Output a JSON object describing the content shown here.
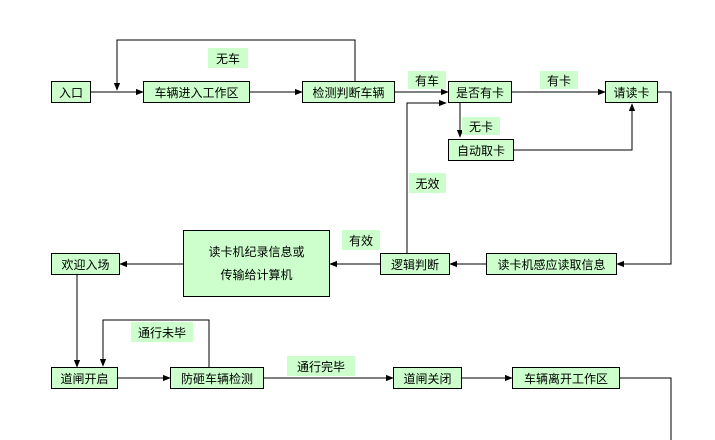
{
  "nodes": {
    "entrance": "入口",
    "enter_zone": "车辆进入工作区",
    "detect_vehicle": "检测判断车辆",
    "has_card": "是否有卡",
    "read_card": "请读卡",
    "auto_card": "自动取卡",
    "reader_sense": "读卡机感应读取信息",
    "logic_judge": "逻辑判断",
    "record_line1": "读卡机纪录信息或",
    "record_line2": "传输给计算机",
    "welcome": "欢迎入场",
    "gate_open": "道闸开启",
    "anti_smash": "防砸车辆检测",
    "gate_close": "道闸关闭",
    "leave_zone": "车辆离开工作区"
  },
  "edge_labels": {
    "no_car": "无车",
    "has_car": "有车",
    "has_card": "有卡",
    "no_card": "无卡",
    "invalid": "无效",
    "valid": "有效",
    "passing": "通行未毕",
    "passed": "通行完毕"
  },
  "colors": {
    "node_fill": "#ccffcc",
    "line": "#000000"
  }
}
